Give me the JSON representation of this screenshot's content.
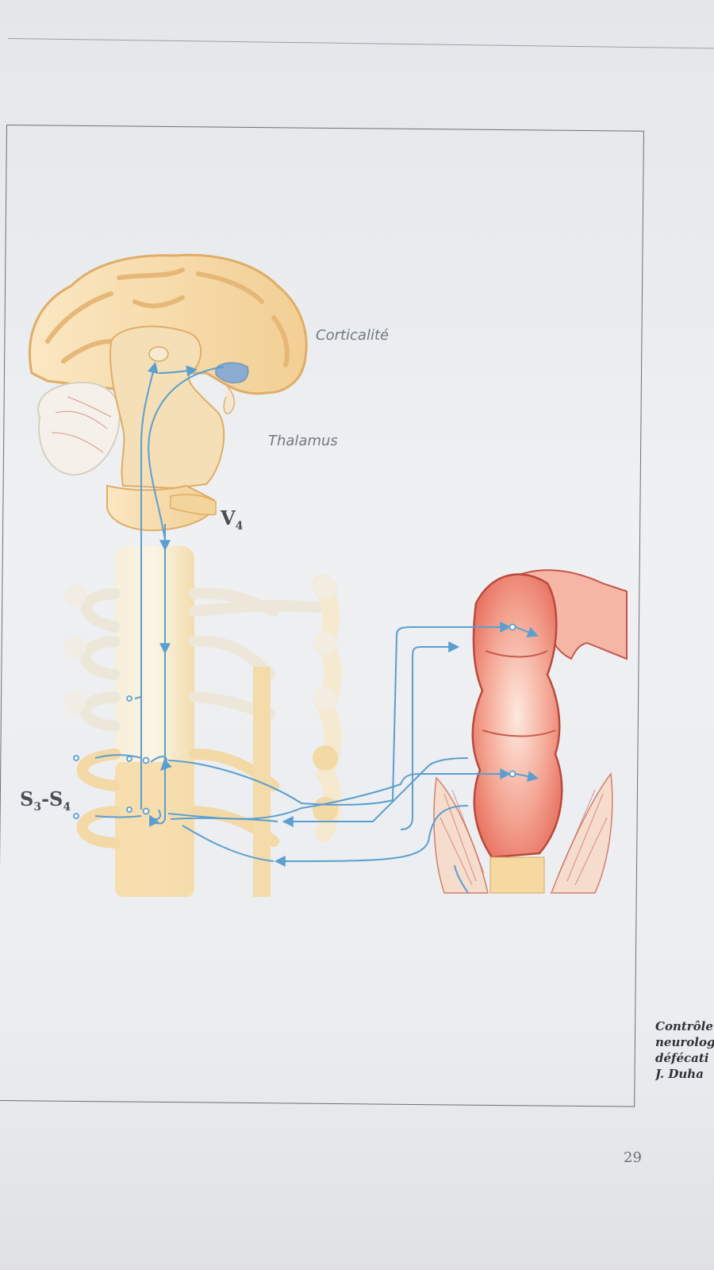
{
  "labels": {
    "cortex": "Corticalité",
    "thalamus": "Thalamus",
    "v4_main": "V",
    "v4_sub": "4",
    "s_main_a": "S",
    "s_sub_a": "3",
    "s_sep": "-S",
    "s_sub_b": "4"
  },
  "caption": {
    "lines": [
      "Contrôle",
      "neurolog",
      "défécati",
      "J. Duha"
    ]
  },
  "page_number": "29",
  "colors": {
    "nerve": "#5b9fcf",
    "tissue": "#f6d9a8",
    "tissue_edge": "#e3b46e",
    "rectum": "#ef8a7a",
    "rectum_light": "#fbe4d6",
    "ghost": "#f3efe6",
    "blue_nucleus": "#7fa8d6"
  }
}
